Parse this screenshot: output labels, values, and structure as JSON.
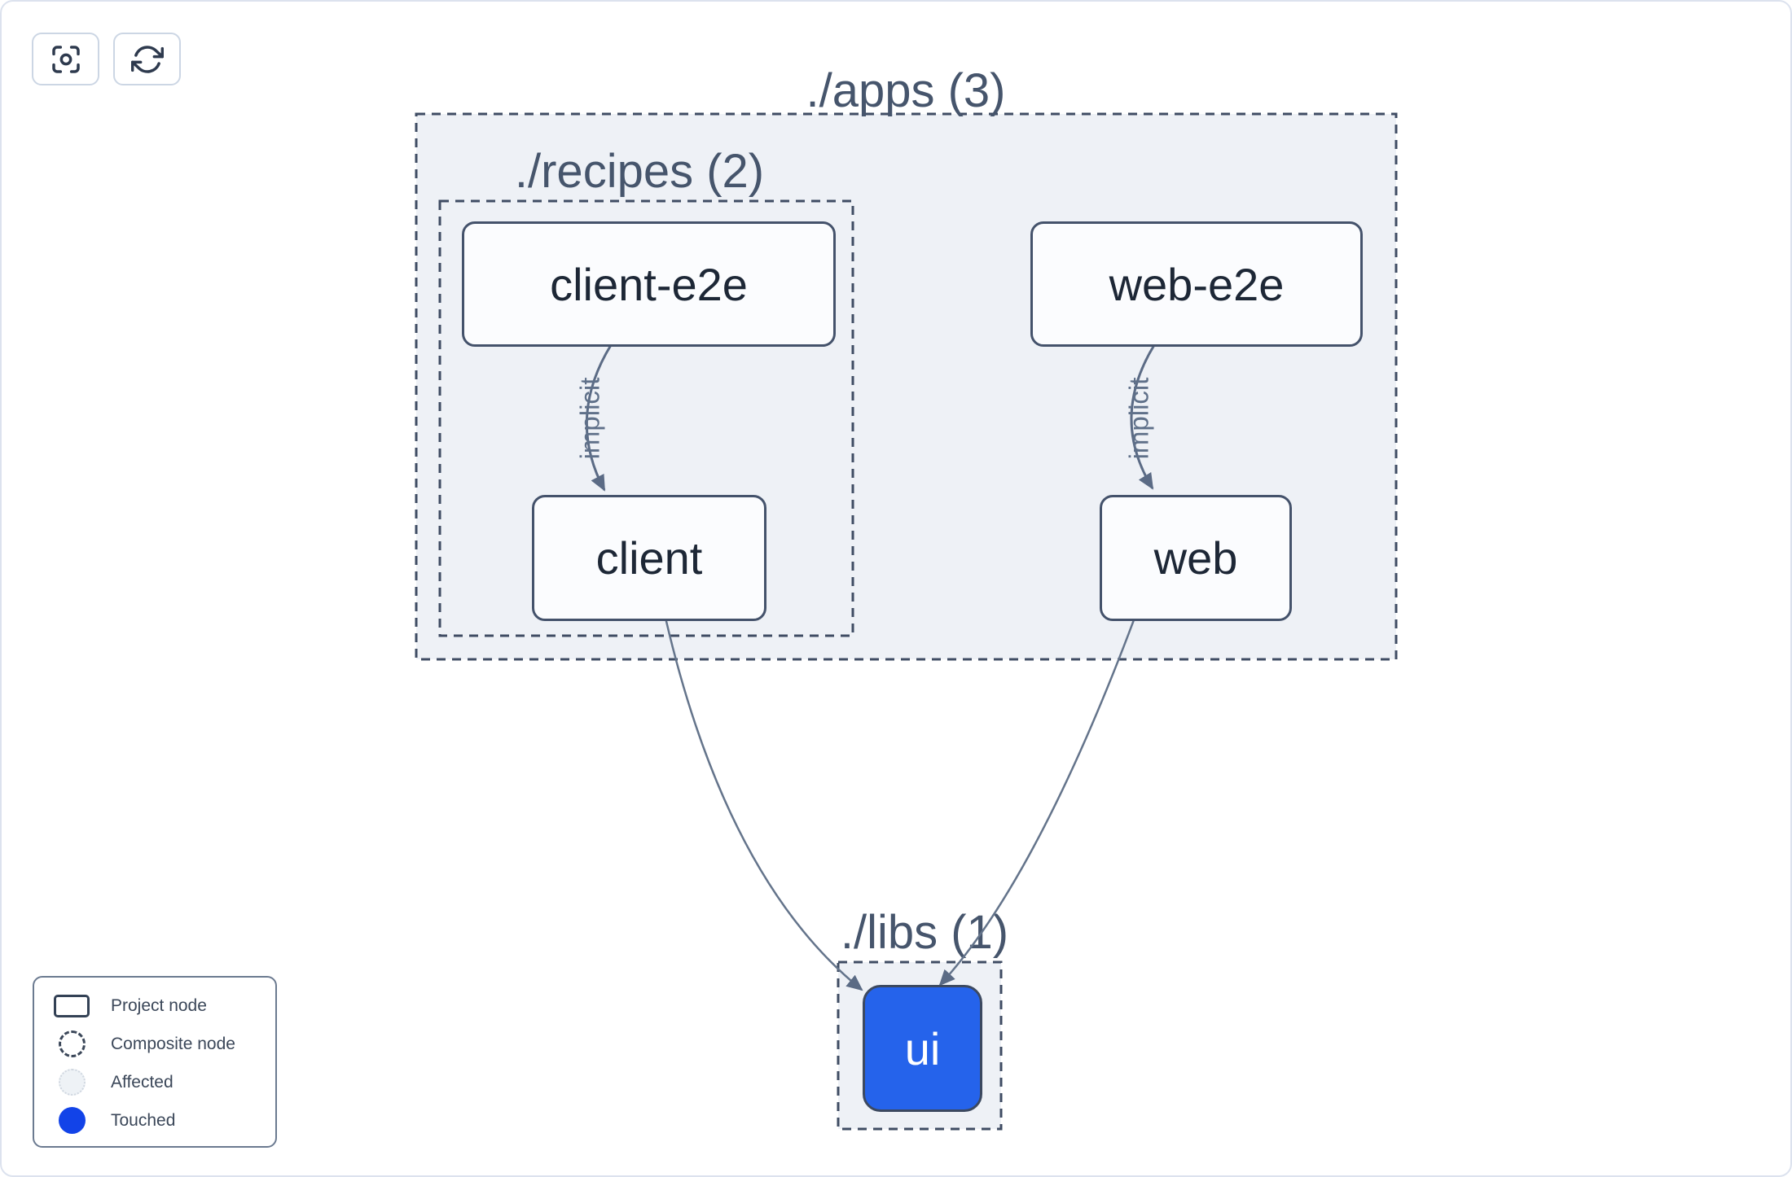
{
  "toolbar": {
    "buttons": [
      {
        "icon": "focus-center-icon"
      },
      {
        "icon": "refresh-icon"
      }
    ]
  },
  "graph": {
    "groups": [
      {
        "id": "apps",
        "label": "./apps (3)"
      },
      {
        "id": "recipes",
        "label": "./recipes (2)"
      },
      {
        "id": "libs",
        "label": "./libs (1)"
      }
    ],
    "nodes": [
      {
        "id": "client-e2e",
        "label": "client-e2e",
        "state": "project"
      },
      {
        "id": "web-e2e",
        "label": "web-e2e",
        "state": "project"
      },
      {
        "id": "client",
        "label": "client",
        "state": "project"
      },
      {
        "id": "web",
        "label": "web",
        "state": "project"
      },
      {
        "id": "ui",
        "label": "ui",
        "state": "touched"
      }
    ],
    "edges": [
      {
        "from": "client-e2e",
        "to": "client",
        "label": "implicit"
      },
      {
        "from": "web-e2e",
        "to": "web",
        "label": "implicit"
      },
      {
        "from": "client",
        "to": "ui",
        "label": ""
      },
      {
        "from": "web",
        "to": "ui",
        "label": ""
      }
    ]
  },
  "legend": {
    "items": [
      {
        "swatch": "project-node-swatch",
        "label": "Project node"
      },
      {
        "swatch": "composite-node-swatch",
        "label": "Composite node"
      },
      {
        "swatch": "affected-swatch",
        "label": "Affected"
      },
      {
        "swatch": "touched-swatch",
        "label": "Touched"
      }
    ]
  },
  "colors": {
    "touched_node_fill": "#2563eb",
    "touched_legend_fill": "#1243e8",
    "edge_stroke": "#64748b",
    "group_fill": "#eef1f6",
    "group_dash_stroke": "#3f4c63",
    "node_border": "#44526b",
    "title_text": "#46556c",
    "node_text": "#1d2736"
  }
}
